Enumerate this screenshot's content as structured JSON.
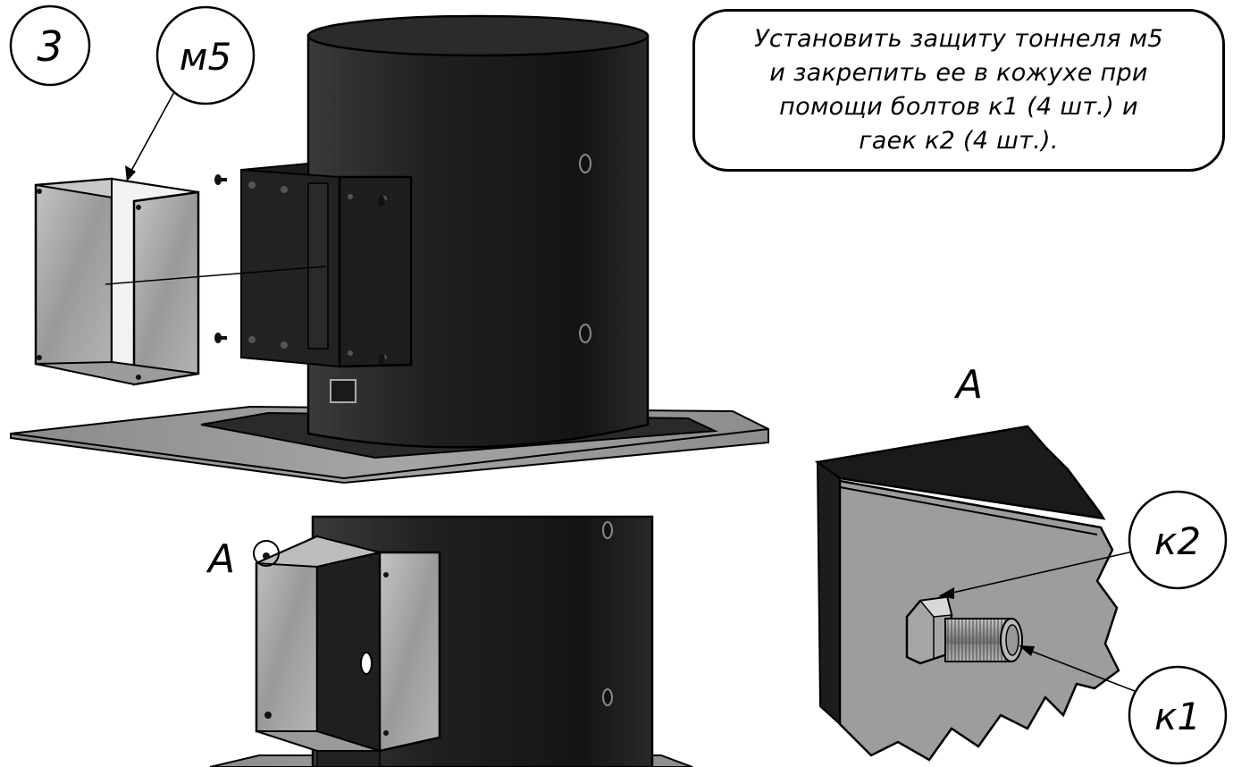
{
  "step": {
    "number": "3"
  },
  "parts": {
    "tunnel_guard": "м5",
    "bolt": "к1",
    "nut": "к2"
  },
  "detail": {
    "view_label": "А",
    "callout_label": "А"
  },
  "instruction": {
    "lines": [
      "Установить защиту тоннеля м5",
      "и закрепить ее в кожухе при",
      "помощи болтов к1 (4 шт.) и",
      "гаек к2 (4 шт.)."
    ]
  },
  "colors": {
    "casing": "#1b1b1b",
    "sheet": "#9b9b9b",
    "guard": "#a8a8a8",
    "outline": "#000000"
  }
}
